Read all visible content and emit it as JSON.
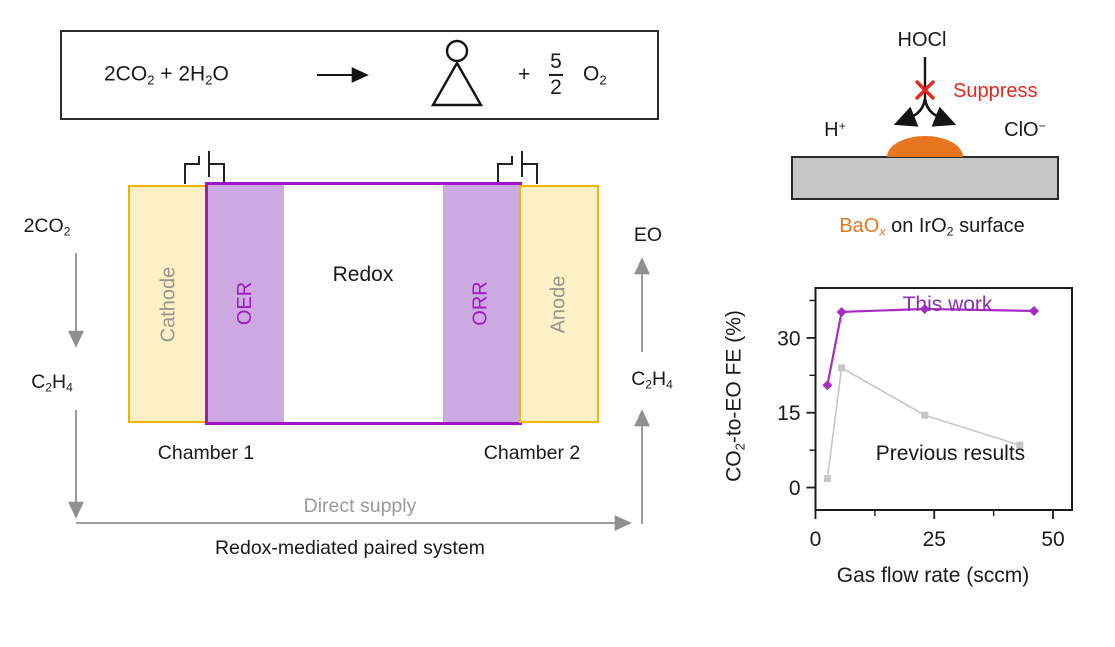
{
  "equation": {
    "r1": "2CO",
    "r1_sub": "2",
    "r2": " + 2H",
    "r2_sub": "2",
    "r3": "O",
    "plus": "+",
    "frac_num": "5",
    "frac_den": "2",
    "o2": "O",
    "o2_sub": "2"
  },
  "cell": {
    "cathode": "Cathode",
    "anode": "Anode",
    "oer": "OER",
    "orr": "ORR",
    "redox": "Redox",
    "chamber1": "Chamber 1",
    "chamber2": "Chamber 2",
    "in_left_a": "2CO",
    "in_left_a_sub": "2",
    "out_left_a": "C",
    "out_left_a_sub": "2",
    "out_left_b": "H",
    "out_left_b_sub": "4",
    "out_right_top": "EO",
    "out_right_a": "C",
    "out_right_a_sub": "2",
    "out_right_b": "H",
    "out_right_b_sub": "4",
    "direct_supply": "Direct supply",
    "caption": "Redox-mediated paired system"
  },
  "mechanism": {
    "hocl": "HOCl",
    "suppress": "Suppress",
    "h": "H",
    "h_sup": "+",
    "clo": "ClO",
    "clo_sup": "−",
    "baox": "BaO",
    "baox_sub": "x",
    "mid": " on IrO",
    "iro2_sub": "2",
    "end": " surface"
  },
  "chart_data": {
    "type": "line",
    "xlabel": "Gas flow rate (sccm)",
    "ylabel": "CO2-to-EO FE (%)",
    "ylabel_a": "CO",
    "ylabel_a_sub": "2",
    "ylabel_b": "-to-EO FE (%)",
    "xlim": [
      0,
      54
    ],
    "ylim": [
      -4.5,
      40
    ],
    "x_major_ticks": [
      0,
      25,
      50
    ],
    "x_minor_ticks": [
      12.5,
      37.5
    ],
    "y_major_ticks": [
      0,
      15,
      30
    ],
    "y_minor_ticks": [
      7.5,
      22.5,
      37.5
    ],
    "grid": false,
    "legend_position": "in-plot annotations",
    "series": [
      {
        "name": "This work",
        "color": "#a92bc6",
        "name_color": "#8a2fae",
        "marker": "diamond",
        "line_width": 2.2,
        "x": [
          2.5,
          5.5,
          23,
          46
        ],
        "y": [
          20.5,
          35.2,
          35.8,
          35.4
        ]
      },
      {
        "name": "Previous results",
        "color": "#c6c6c6",
        "name_color": "#1a1a1a",
        "marker": "square",
        "line_width": 1.6,
        "x": [
          2.5,
          5.5,
          23,
          43
        ],
        "y": [
          1.8,
          24,
          14.5,
          8.5
        ]
      }
    ]
  },
  "colors": {
    "accent_purple": "#a315c4",
    "membrane_fill": "#cda9e2",
    "electrode_fill": "#fcf0c6",
    "electrode_border": "#f2b705",
    "electrode_text": "#97968d",
    "gray_arrow": "#8f8f8f",
    "gray_text": "#9a9a9a",
    "suppress_red": "#e8261d",
    "orange": "#e8761e",
    "surface_gray": "#c7c7c7",
    "ink": "#1a1a1a"
  }
}
